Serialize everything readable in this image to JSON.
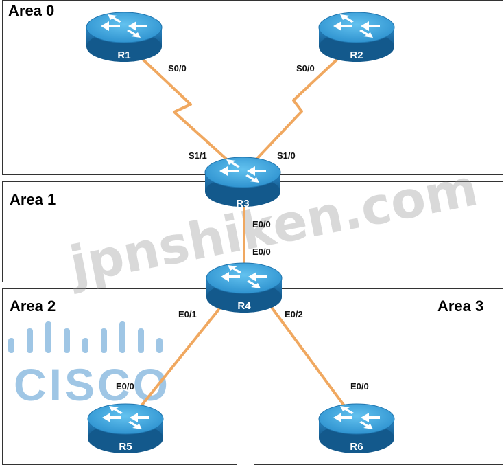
{
  "areas": {
    "area0": "Area 0",
    "area1": "Area 1",
    "area2": "Area 2",
    "area3": "Area 3"
  },
  "routers": {
    "r1": "R1",
    "r2": "R2",
    "r3": "R3",
    "r4": "R4",
    "r5": "R5",
    "r6": "R6"
  },
  "interfaces": {
    "r1_s00": "S0/0",
    "r2_s00": "S0/0",
    "r3_s11": "S1/1",
    "r3_s10": "S1/0",
    "r3_e00": "E0/0",
    "r4_e00": "E0/0",
    "r4_e01": "E0/1",
    "r4_e02": "E0/2",
    "r5_e00": "E0/0",
    "r6_e00": "E0/0"
  },
  "watermark": "jpnshiken.com",
  "logo": "CISCO",
  "colors": {
    "link": "#f0a860",
    "router_top": "#3aa0d8",
    "router_side": "#1b6fa8",
    "logo": "#7fb3dc"
  }
}
